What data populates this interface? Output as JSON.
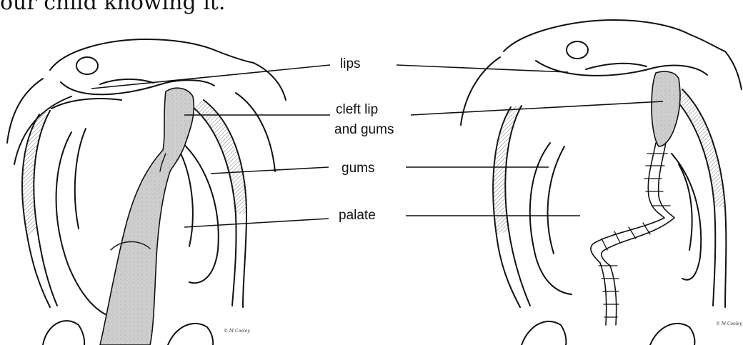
{
  "top_text": "our child knowing it.",
  "labels": {
    "lips": "lips",
    "cleft_line1": "cleft lip",
    "cleft_line2": "and gums",
    "gums": "gums",
    "palate": "palate"
  },
  "credits": {
    "left": "© M Cooley",
    "right": "© M Cooley"
  },
  "colors": {
    "cleft_fill": "#c9c9c9",
    "outline": "#111111",
    "background": "#ffffff"
  }
}
